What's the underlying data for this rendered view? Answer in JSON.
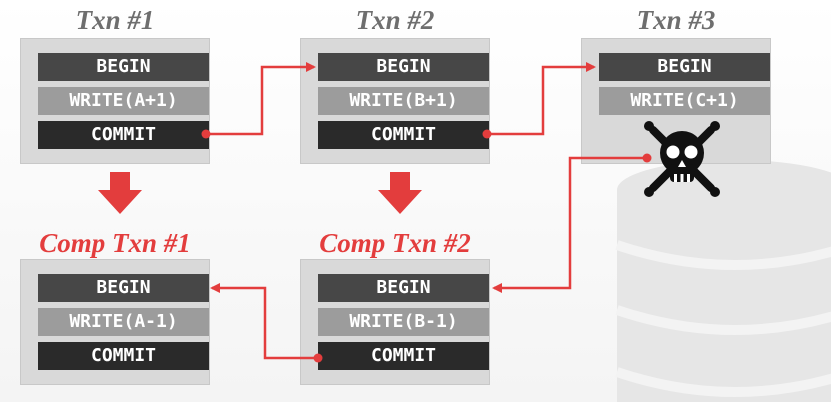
{
  "colors": {
    "accent": "#e33d3d",
    "title_gray": "#6e6e6e",
    "panel": "#d9d9d9",
    "begin": "#474747",
    "write": "#9c9c9c",
    "commit": "#2a2a2a"
  },
  "transactions": [
    {
      "title": "Txn #1",
      "ops": [
        "BEGIN",
        "WRITE(A+1)",
        "COMMIT"
      ]
    },
    {
      "title": "Txn #2",
      "ops": [
        "BEGIN",
        "WRITE(B+1)",
        "COMMIT"
      ]
    },
    {
      "title": "Txn #3",
      "ops": [
        "BEGIN",
        "WRITE(C+1)"
      ],
      "status_icon": "skull-crossbones-icon"
    }
  ],
  "compensating": [
    {
      "title": "Comp Txn #1",
      "ops": [
        "BEGIN",
        "WRITE(A-1)",
        "COMMIT"
      ]
    },
    {
      "title": "Comp Txn #2",
      "ops": [
        "BEGIN",
        "WRITE(B-1)",
        "COMMIT"
      ]
    }
  ],
  "icons": {
    "background": "database-cylinder-icon",
    "down_arrows": "arrow-down-icon"
  }
}
